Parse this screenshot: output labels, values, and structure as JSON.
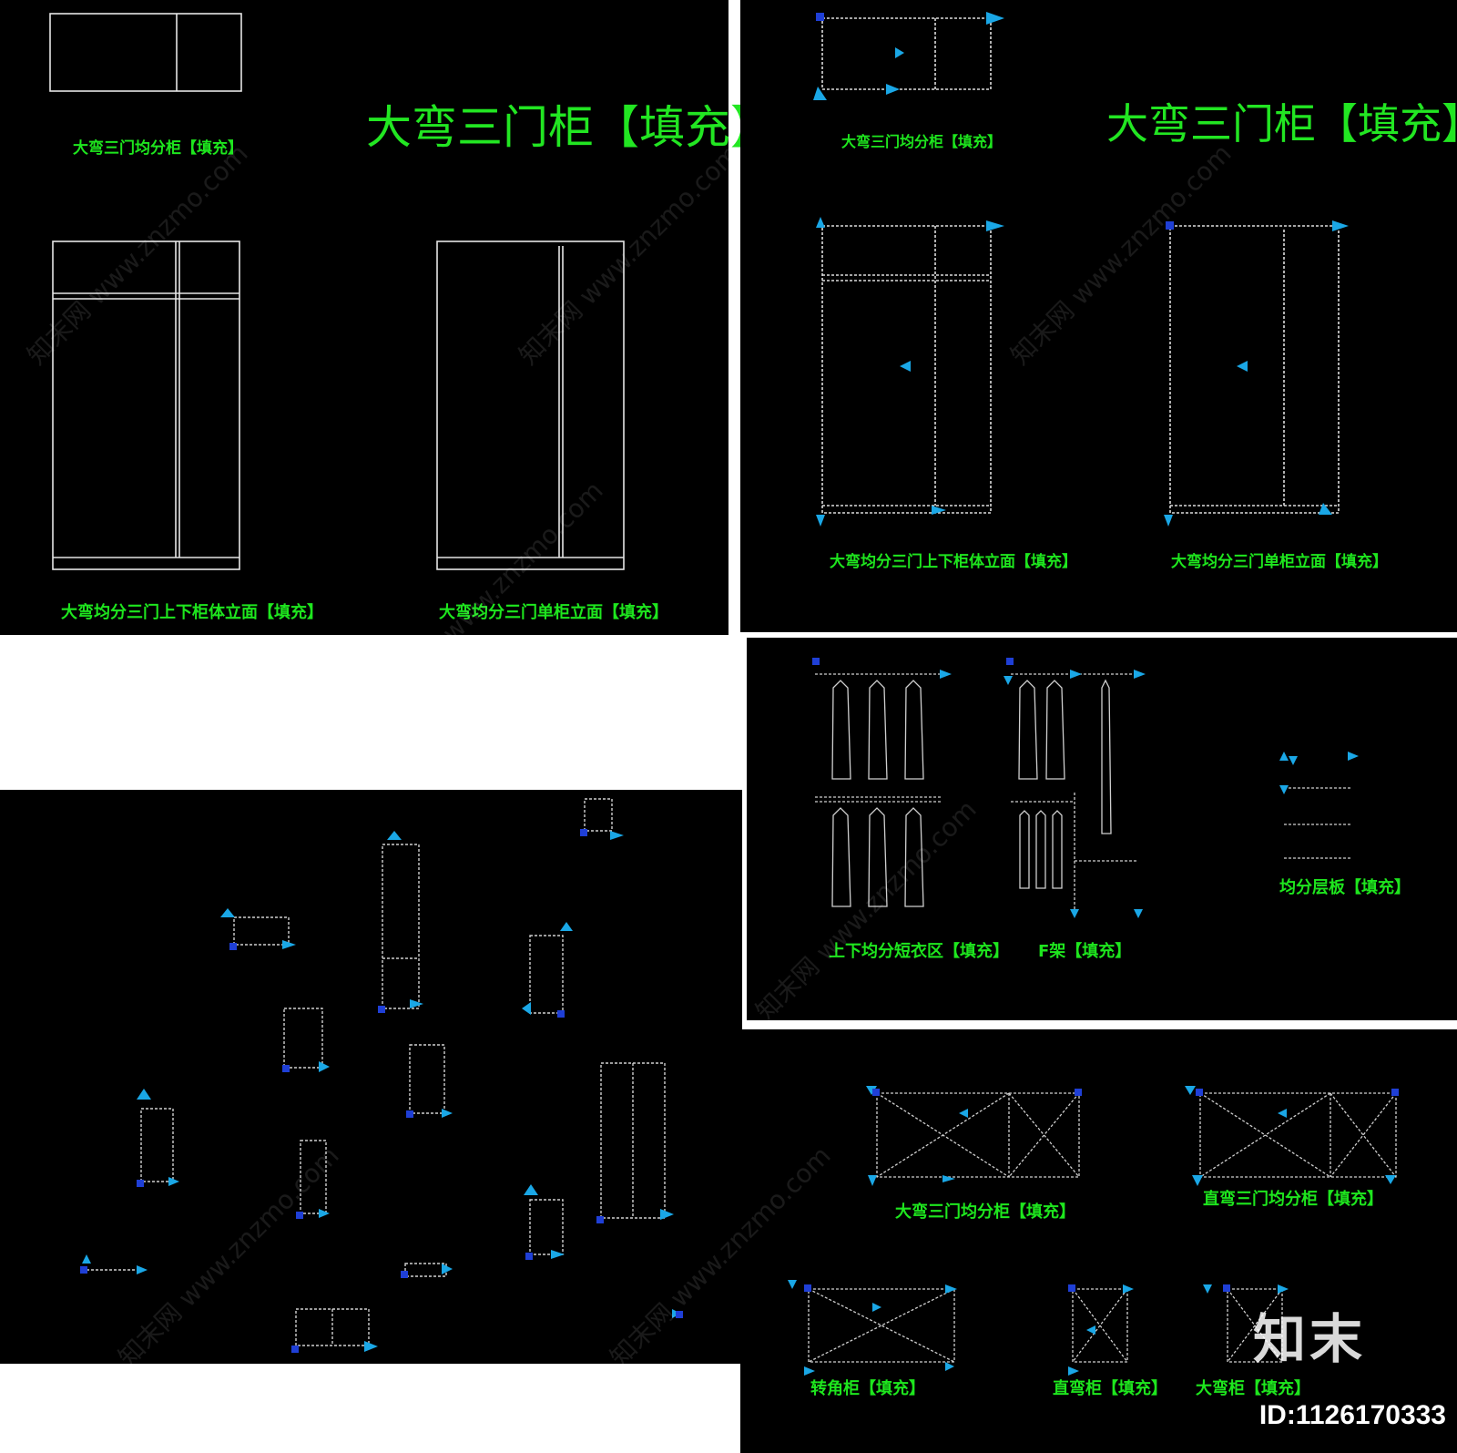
{
  "colors": {
    "panel_bg": "#000000",
    "label": "#1ee61e",
    "line": "#ffffff",
    "grip": "#1aa7e6",
    "grip_square": "#1f3fd6"
  },
  "panel_a": {
    "title": "大弯三门柜【填充】",
    "label_top": "大弯三门均分柜【填充】",
    "label_left": "大弯均分三门上下柜体立面【填充】",
    "label_right": "大弯均分三门单柜立面【填充】"
  },
  "panel_b": {
    "title": "大弯三门柜【填充】",
    "label_top": "大弯三门均分柜【填充】",
    "label_left": "大弯均分三门上下柜体立面【填充】",
    "label_right": "大弯均分三门单柜立面【填充】"
  },
  "panel_d": {
    "label_clothes": "上下均分短衣区【填充】",
    "label_f": "F架【填充】",
    "label_shelf": "均分层板【填充】"
  },
  "panel_e": {
    "label_1": "大弯三门均分柜【填充】",
    "label_2": "直弯三门均分柜【填充】",
    "label_3": "转角柜【填充】",
    "label_4": "直弯柜【填充】",
    "label_5": "大弯柜【填充】"
  },
  "watermark": {
    "site": "知末网 www.znzmo.com"
  },
  "brand": {
    "name": "知末",
    "id": "ID:1126170333"
  }
}
